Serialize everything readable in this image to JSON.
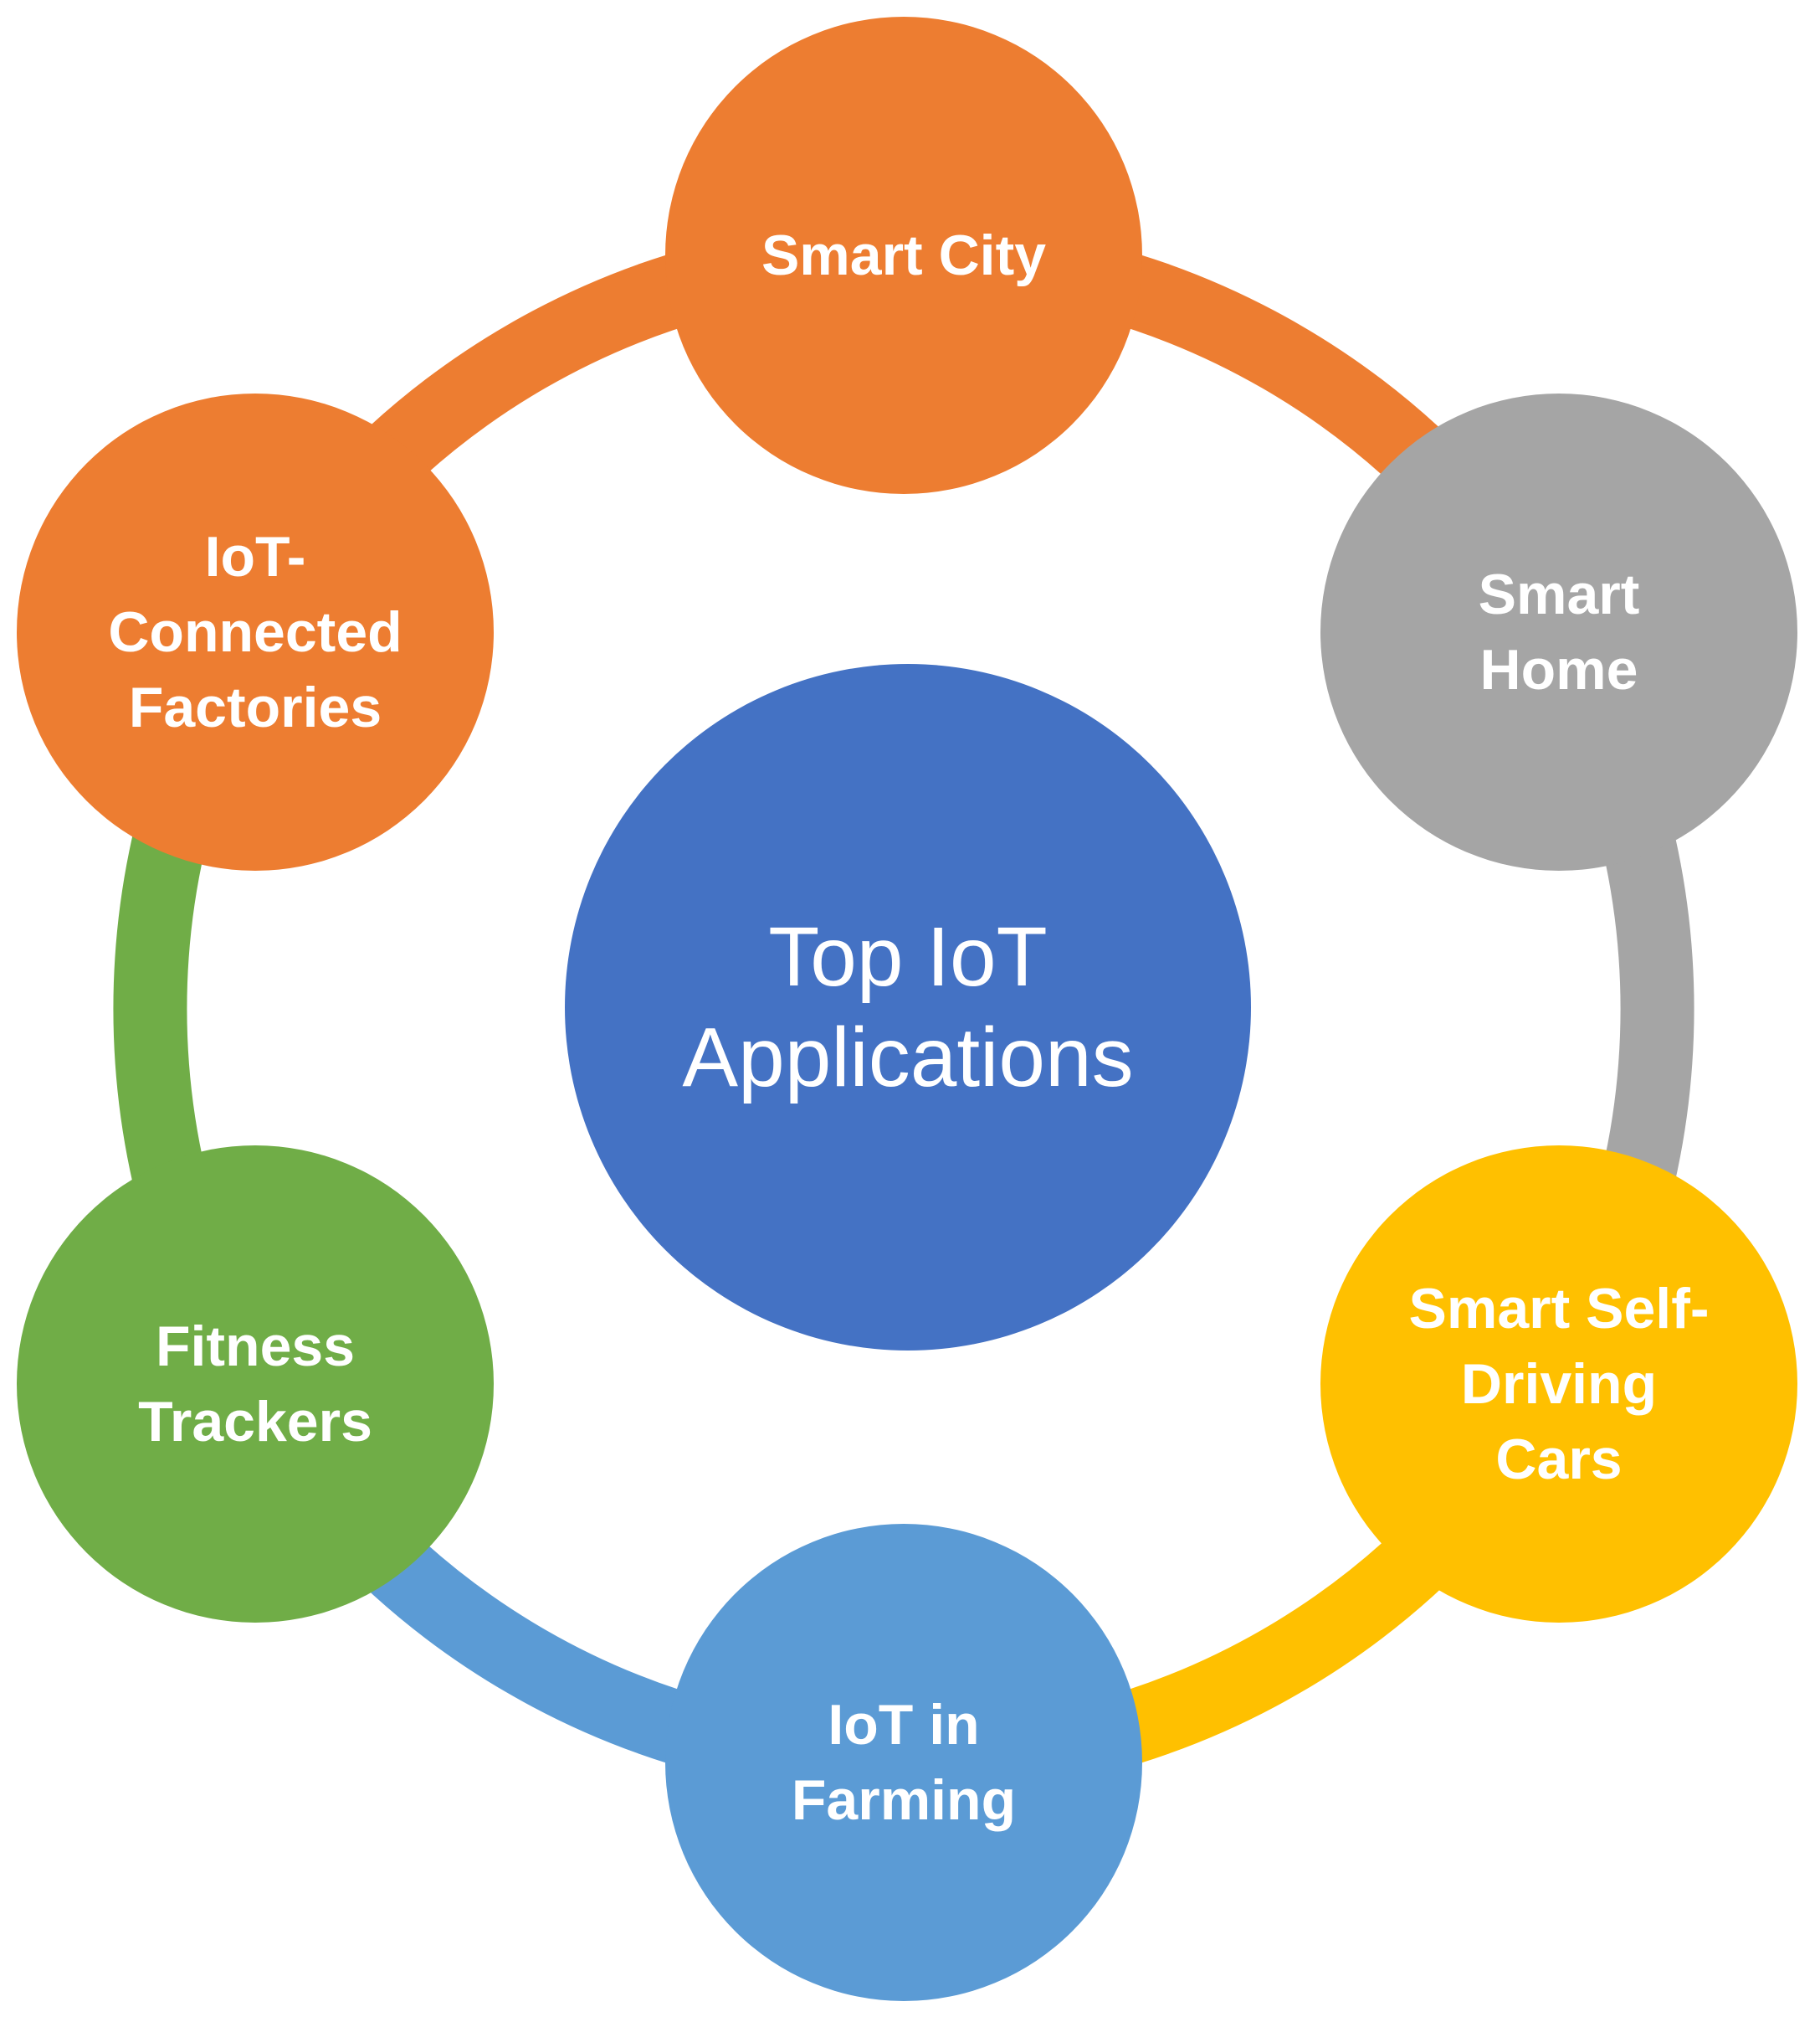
{
  "center": {
    "label": "Top IoT\nApplications",
    "color": "#4472C4"
  },
  "nodes": [
    {
      "id": "smart-city",
      "label": "Smart City",
      "color": "#ED7D31"
    },
    {
      "id": "smart-home",
      "label": "Smart\nHome",
      "color": "#A5A5A5"
    },
    {
      "id": "self-driving-cars",
      "label": "Smart Self-\nDriving\nCars",
      "color": "#FFC000"
    },
    {
      "id": "farming",
      "label": "IoT in\nFarming",
      "color": "#5B9BD5"
    },
    {
      "id": "fitness-trackers",
      "label": "Fitness\nTrackers",
      "color": "#70AD47"
    },
    {
      "id": "connected-factories",
      "label": "IoT-\nConnected\nFactories",
      "color": "#ED7D31"
    }
  ],
  "connectors": [
    {
      "from": "smart-city",
      "to": "smart-home",
      "color": "#ED7D31"
    },
    {
      "from": "smart-home",
      "to": "self-driving-cars",
      "color": "#A5A5A5"
    },
    {
      "from": "self-driving-cars",
      "to": "farming",
      "color": "#FFC000"
    },
    {
      "from": "farming",
      "to": "fitness-trackers",
      "color": "#5B9BD5"
    },
    {
      "from": "fitness-trackers",
      "to": "connected-factories",
      "color": "#70AD47"
    },
    {
      "from": "connected-factories",
      "to": "smart-city",
      "color": "#ED7D31"
    }
  ]
}
